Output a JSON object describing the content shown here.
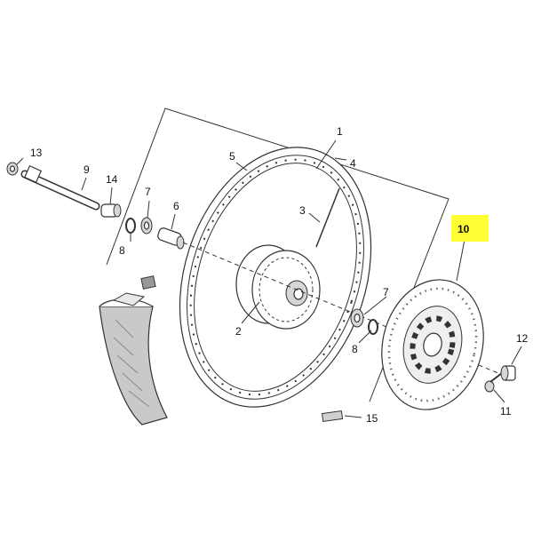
{
  "diagram": {
    "highlight_color": "#ffff33",
    "highlighted_callout": "10",
    "callouts": {
      "c1": "1",
      "c2": "2",
      "c3": "3",
      "c4": "4",
      "c5": "5",
      "c6": "6",
      "c7a": "7",
      "c7b": "7",
      "c8a": "8",
      "c8b": "8",
      "c9": "9",
      "c10": "10",
      "c11": "11",
      "c12": "12",
      "c13": "13",
      "c14": "14",
      "c15": "15"
    }
  }
}
